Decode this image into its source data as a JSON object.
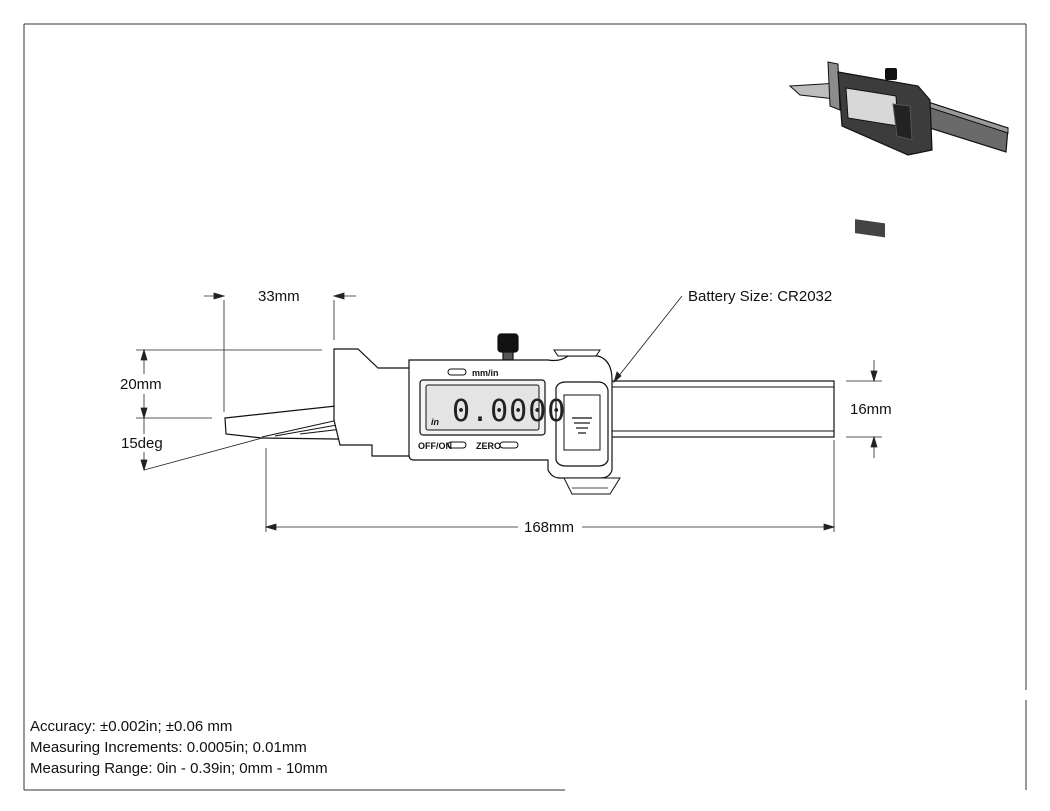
{
  "dimensions": {
    "tip_length": "33mm",
    "blade_height": "20mm",
    "tip_angle": "15deg",
    "beam_height": "16mm",
    "overall_length": "168mm"
  },
  "callout": {
    "battery": "Battery Size: CR2032"
  },
  "gauge": {
    "unit_button_label": "mm/in",
    "display_reading": "0.0000",
    "display_unit": "in",
    "power_button_label": "OFF/ON",
    "zero_button_label": "ZERO"
  },
  "specs": {
    "accuracy": "Accuracy: ±0.002in; ±0.06 mm",
    "increments": "Measuring Increments: 0.0005in; 0.01mm",
    "range": "Measuring Range: 0in - 0.39in; 0mm - 10mm"
  }
}
